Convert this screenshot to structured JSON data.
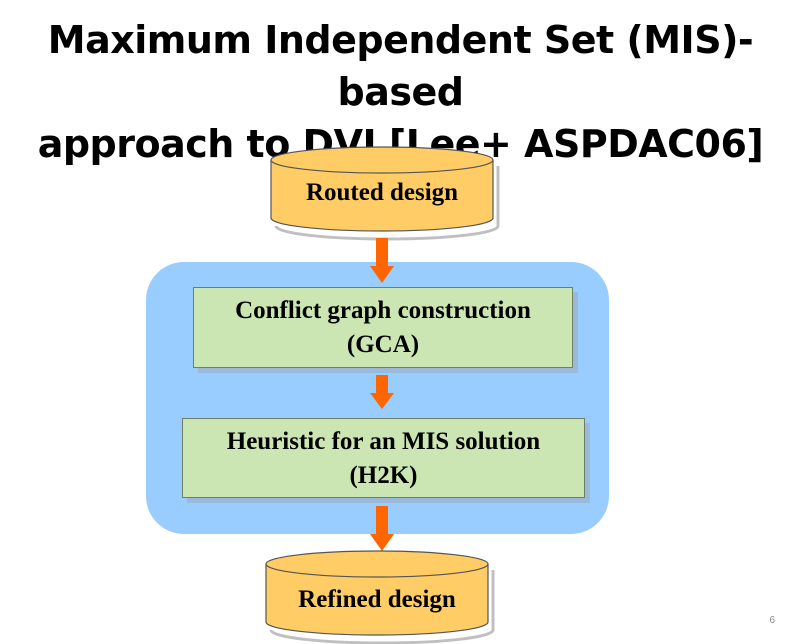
{
  "slide": {
    "title_line1": "Maximum Independent Set (MIS)-based",
    "title_line2": "approach to DVI [Lee+ ASPDAC06]",
    "page_number": "6"
  },
  "flow": {
    "input_label": "Routed design",
    "step1_line1": "Conflict graph construction",
    "step1_line2": "(GCA)",
    "step2_line1": "Heuristic for an MIS solution",
    "step2_line2": "(H2K)",
    "output_label": "Refined design"
  },
  "colors": {
    "cylinder_fill": "#ffcc66",
    "panel_fill": "#99ccff",
    "process_box_fill": "#cce6b3",
    "arrow": "#ff6600"
  }
}
